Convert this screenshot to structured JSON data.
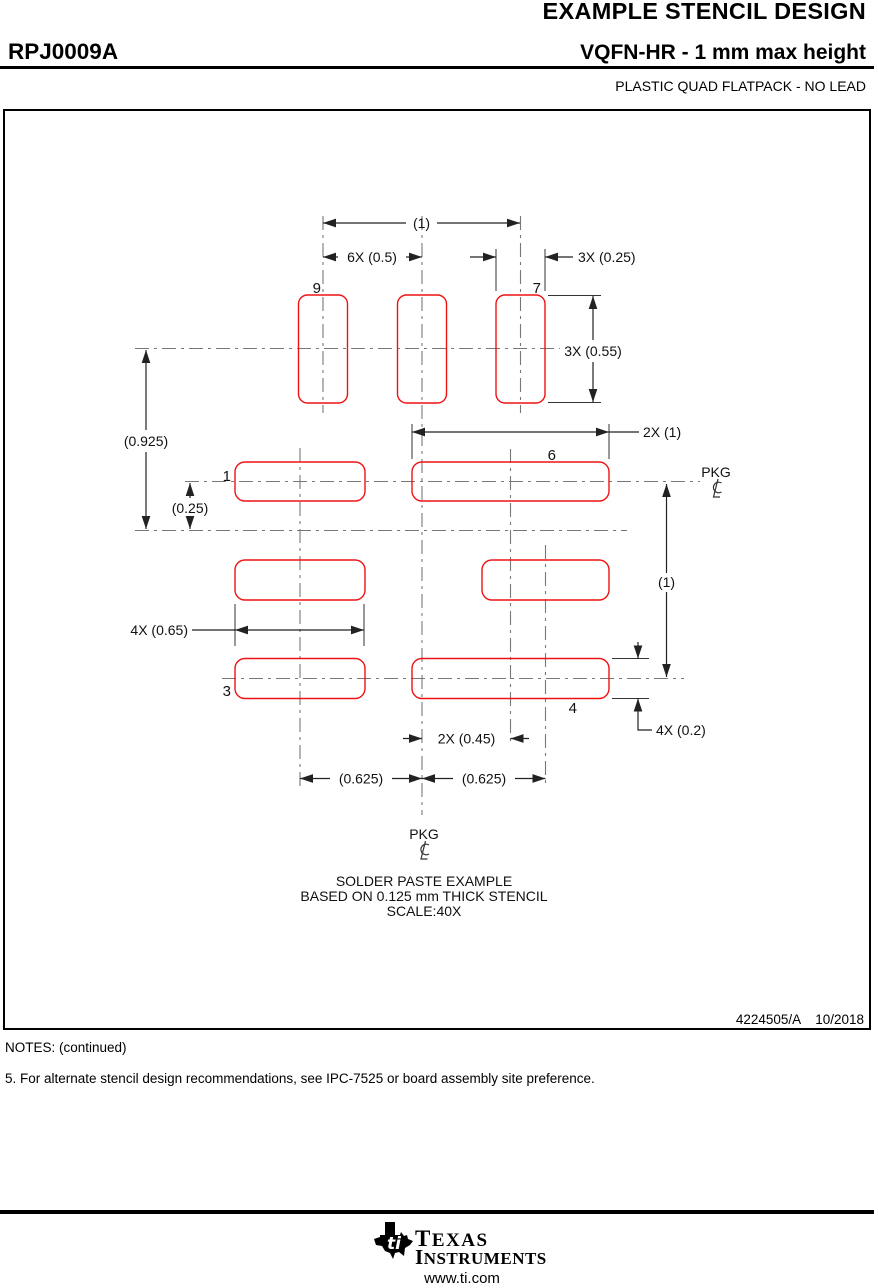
{
  "header": {
    "doc_title": "EXAMPLE STENCIL DESIGN",
    "package_code": "RPJ0009A",
    "package_desc": "VQFN-HR - 1 mm max height",
    "package_family": "PLASTIC QUAD FLATPACK - NO LEAD"
  },
  "drawing": {
    "pads": {
      "pad9": "9",
      "pad7": "7",
      "pad1": "1",
      "pad6": "6",
      "pad3": "3",
      "pad4": "4"
    },
    "dimensions": {
      "top_width": "(1)",
      "top_pitch": "6X (0.5)",
      "top_pad_width": "3X (0.25)",
      "top_pad_height": "3X (0.55)",
      "row_offset": "(0.925)",
      "center_offset": "(0.25)",
      "wide_pad_width": "2X (1)",
      "side_height": "(1)",
      "left_pad_width": "4X (0.65)",
      "center_clearance": "2X (0.45)",
      "left_col_offset": "(0.625)",
      "right_col_offset": "(0.625)",
      "side_pad_height": "4X (0.2)"
    },
    "pkg_label_right": "PKG",
    "pkg_label_bottom": "PKG",
    "caption": [
      "SOLDER PASTE EXAMPLE",
      "BASED ON 0.125 mm THICK STENCIL",
      "SCALE:40X"
    ],
    "doc_number": "4224505/A",
    "doc_date": "10/2018"
  },
  "notes": {
    "heading": "NOTES: (continued)",
    "note5": "5. For alternate stencil design recommendations, see IPC-7525 or board assembly site preference."
  },
  "footer": {
    "brand_top": "TEXAS",
    "brand_bottom": "INSTRUMENTS",
    "monogram": "ti",
    "website": "www.ti.com"
  },
  "colors": {
    "pad_outline": "#f01212",
    "centerline": "#787878",
    "dimension": "#222222",
    "text": "#000000"
  }
}
